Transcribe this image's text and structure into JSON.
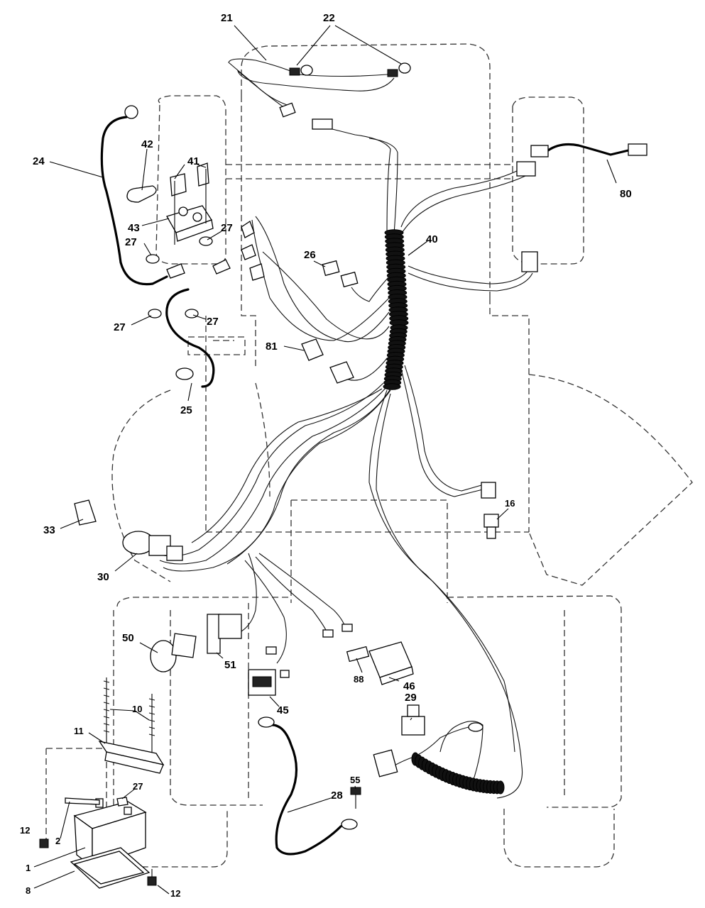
{
  "callouts": {
    "c21": "21",
    "c22": "22",
    "c24": "24",
    "c42": "42",
    "c41": "41",
    "c43": "43",
    "c27a": "27",
    "c27b": "27",
    "c27c": "27",
    "c27d": "27",
    "c27e": "27",
    "c80": "80",
    "c40": "40",
    "c26": "26",
    "c81": "81",
    "c25": "25",
    "c33": "33",
    "c30": "30",
    "c16": "16",
    "c50": "50",
    "c51": "51",
    "c88": "88",
    "c46": "46",
    "c45": "45",
    "c29": "29",
    "c10": "10",
    "c11": "11",
    "c55": "55",
    "c28": "28",
    "c12a": "12",
    "c2": "2",
    "c1": "1",
    "c8": "8",
    "c12b": "12"
  },
  "icons": {
    "battery": "battery-icon",
    "harness": "wire-harness-icon",
    "switch": "ignition-switch-icon"
  },
  "colors": {
    "line": "#000000",
    "outline": "#333333",
    "background": "#ffffff"
  }
}
